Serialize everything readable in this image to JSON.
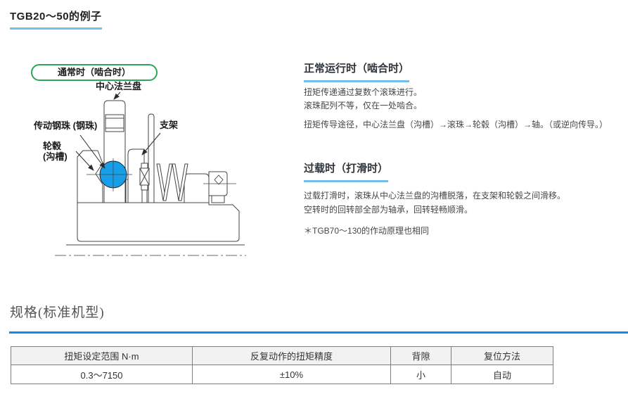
{
  "page_title": "TGB20～50的例子",
  "diagram": {
    "state_badge": "通常时（啮合时）",
    "label_center_flange": "中心法兰盘",
    "label_drive_ball": "传动钢珠 (钢珠)",
    "label_hub": "轮毂",
    "label_hub_sub": "(沟槽)",
    "label_support": "支架"
  },
  "sections": {
    "normal": {
      "heading": "正常运行时（啮合时）",
      "line1": "扭矩传递通过复数个滚珠进行。",
      "line2": "滚珠配列不等，仅在一处啮合。",
      "line3": "扭矩传导途径，中心法兰盘（沟槽）→滚珠→轮毂（沟槽）→轴。（或逆向传导。）"
    },
    "overload": {
      "heading": "过载时（打滑时）",
      "line1": "过载打滑时，滚珠从中心法兰盘的沟槽脱落，在支架和轮毂之间滑移。",
      "line2": "空转时的回转部全部为轴承，回转轻畅顺滑。",
      "note": "＊TGB70～130的作动原理也相同"
    }
  },
  "specs": {
    "heading": "规格(标准机型)",
    "table": {
      "headers": [
        "扭矩设定范围 N·m",
        "反复动作的扭矩精度",
        "背隙",
        "复位方法"
      ],
      "values": [
        "0.3～7150",
        "±10%",
        "小",
        "自动"
      ]
    }
  },
  "colors": {
    "accent_blue": "#0e8ce9",
    "underline_blue": "#74c0e8",
    "ball_blue": "#189ee8",
    "badge_green": "#2fa558"
  }
}
